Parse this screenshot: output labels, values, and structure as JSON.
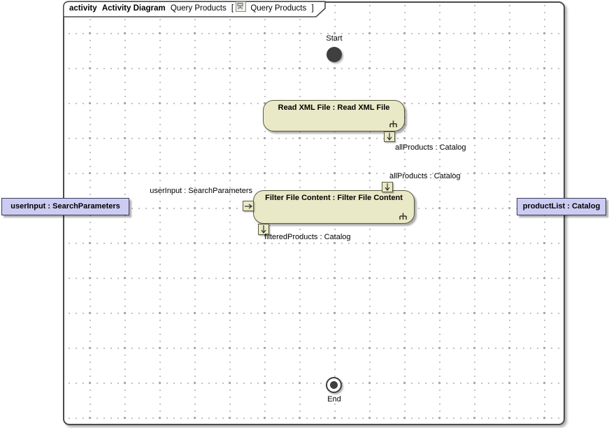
{
  "frame": {
    "keyword": "activity",
    "diagram_type": "Activity Diagram",
    "diagram_name": "Query Products",
    "ref_open": "[",
    "ref_name": "Query Products",
    "ref_close": "]"
  },
  "nodes": {
    "initial": {
      "label": "Start"
    },
    "final": {
      "label": "End"
    },
    "action_read": {
      "label": "Read XML File : Read XML File"
    },
    "action_filter": {
      "label": "Filter File Content : Filter File Content"
    },
    "param_left": {
      "label": "userInput : SearchParameters"
    },
    "param_right": {
      "label": "productList : Catalog"
    }
  },
  "pins": {
    "read_output": {
      "label": "allProducts : Catalog"
    },
    "filter_input_top": {
      "label": "allProducts : Catalog"
    },
    "filter_input_left": {
      "label": "userInput : SearchParameters"
    },
    "filter_output": {
      "label": "filteredProducts : Catalog"
    }
  },
  "colors": {
    "frame_border": "#4b4b4b",
    "grid_dot": "#bfbfbf",
    "grid_plus": "#a8a8a8",
    "action_fill": "#e9e9c8",
    "action_border": "#5a5a40",
    "param_fill": "#ccccf2",
    "param_border": "#3a3a5e",
    "node_dark": "#3f3f3f"
  }
}
